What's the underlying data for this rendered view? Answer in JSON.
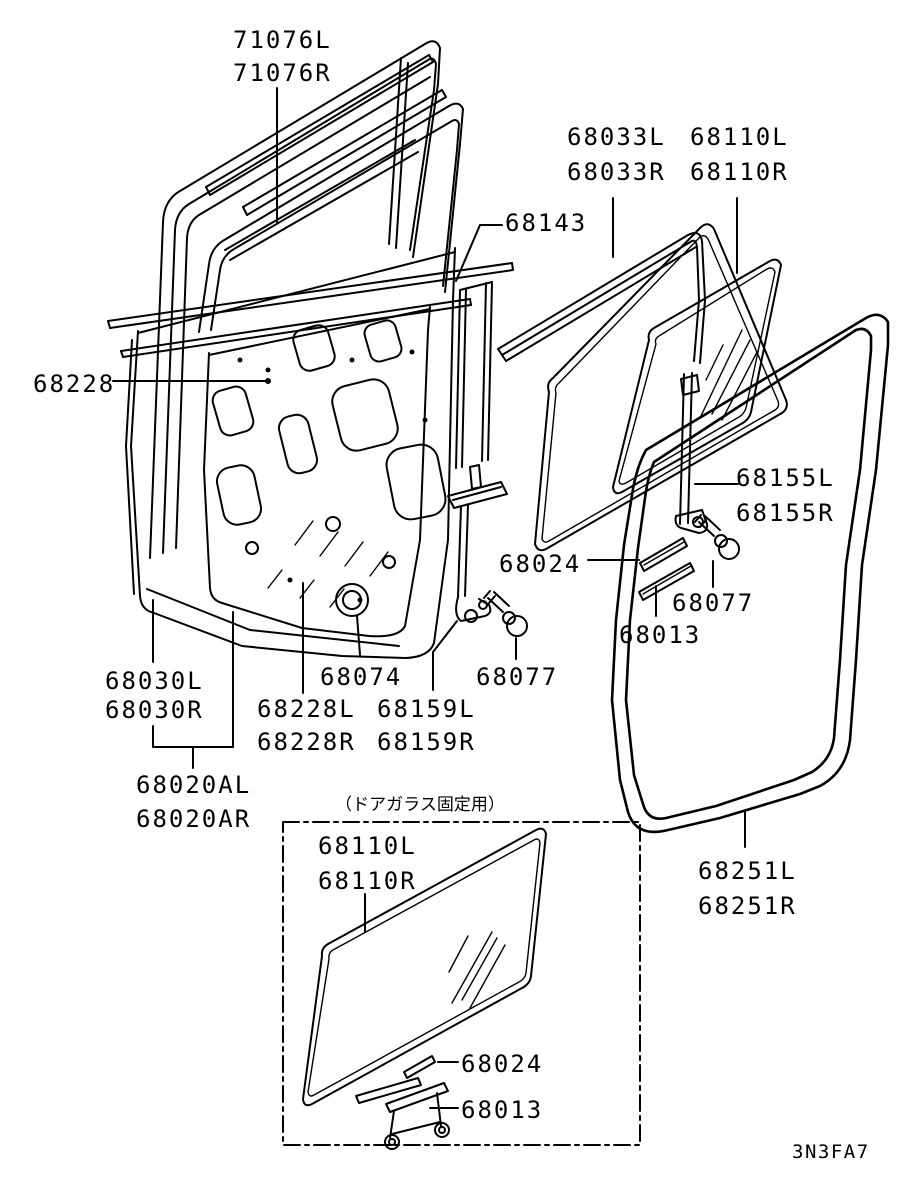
{
  "diagram": {
    "type": "parts-diagram",
    "subject": "sliding door panel, glass and weatherstrips exploded view",
    "colors": {
      "line": "#000000",
      "background": "#ffffff"
    },
    "drawing_code": "3N3FA7",
    "labels": {
      "p71076_1": "71076L",
      "p71076_2": "71076R",
      "p68033_1": "68033L",
      "p68033_2": "68033R",
      "p68110top_1": "68110L",
      "p68110top_2": "68110R",
      "p68143": "68143",
      "p68228": "68228",
      "p68155_1": "68155L",
      "p68155_2": "68155R",
      "p68024_mid": "68024",
      "p68077_right": "68077",
      "p68013_mid": "68013",
      "p68030_1": "68030L",
      "p68030_2": "68030R",
      "p68074": "68074",
      "p68228lr_1": "68228L",
      "p68228lr_2": "68228R",
      "p68159_1": "68159L",
      "p68159_2": "68159R",
      "p68077_left": "68077",
      "p68020_1": "68020AL",
      "p68020_2": "68020AR",
      "p68251_1": "68251L",
      "p68251_2": "68251R",
      "box_caption": "（ドアガラス固定用）",
      "box_68110_1": "68110L",
      "box_68110_2": "68110R",
      "box_68024": "68024",
      "box_68013": "68013"
    }
  }
}
